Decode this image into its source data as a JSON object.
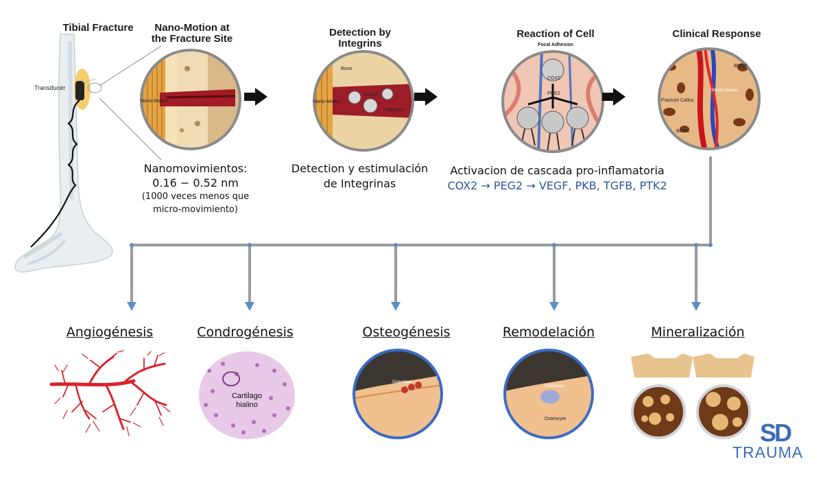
{
  "left_panel": {
    "title": "Tibial Fracture",
    "transducer_label": "Transducer"
  },
  "stages": [
    {
      "title": "Nano-Motion at the Fracture Site",
      "inner_label": "Nano-Motion"
    },
    {
      "title": "Detection by Integrins",
      "inner_labels": [
        "Bone",
        "Nano-Motion",
        "Cellus",
        "Integrins"
      ]
    },
    {
      "title": "Reaction of Cell",
      "subtitle": "Focal Adhesion",
      "inner_labels": [
        "COX2",
        "PGE2"
      ]
    },
    {
      "title": "Clinical Response",
      "inner_labels": [
        "BONE",
        "Blood Vessels",
        "Fracture Callus",
        "BONE"
      ]
    }
  ],
  "captions": {
    "nano_line1": "Nanomovimientos:",
    "nano_line2": "0.16 − 0.52 nm",
    "nano_line3": "(1000 veces menos que",
    "nano_line4": "micro-movimiento)",
    "detect_line1": "Detection y estimulación",
    "detect_line2": "de Integrinas",
    "cascade_line1": "Activacion de cascada pro-inflamatoria",
    "cascade_line2": "COX2 → PEG2 → VEGF, PKB, TGFB, PTK2"
  },
  "outcomes": [
    {
      "label": "Angiogénesis"
    },
    {
      "label": "Condrogénesis",
      "image_text_line1": "Cartilago",
      "image_text_line2": "hialino"
    },
    {
      "label": "Osteogénesis",
      "image_text": "Osteoblast"
    },
    {
      "label": "Remodelación",
      "image_text_1": "Osteoclast",
      "image_text_2": "Osteocyte"
    },
    {
      "label": "Mineralización"
    }
  ],
  "logo": {
    "letters": "SD",
    "word": "TRAUMA"
  },
  "colors": {
    "connector": "#9a9a9a",
    "arrow_head": "#5b8fc7",
    "cascade_text": "#2e5597",
    "logo_blue": "#3a6db5",
    "logo_red": "#d32f2f"
  }
}
